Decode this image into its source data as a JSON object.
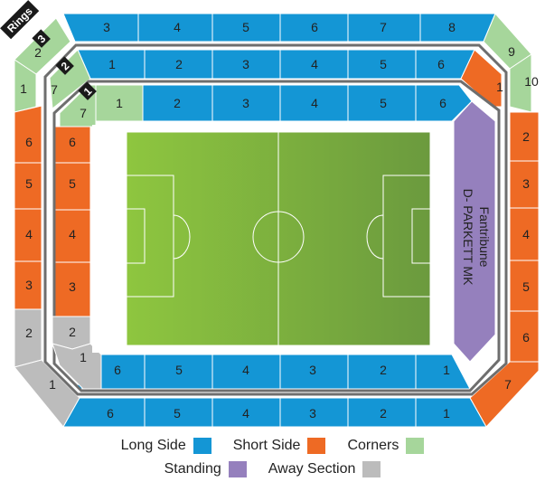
{
  "colors": {
    "long_side": "#1496d5",
    "short_side": "#ee6a24",
    "corners": "#a6d69b",
    "standing": "#9580bd",
    "away": "#bcbcbc",
    "outline": "#6e6e6e",
    "pitch_left": "#8ec63f",
    "pitch_right": "#6b9a3e"
  },
  "rings": {
    "tag": "Rings",
    "outer": "3",
    "middle": "2",
    "inner": "1"
  },
  "standing_label_line1": "Fantribune",
  "standing_label_line2": "D- PARKETT MK",
  "ring3": {
    "top": [
      "3",
      "4",
      "5",
      "6",
      "7",
      "8"
    ],
    "bottom": [
      "6",
      "5",
      "4",
      "3",
      "2",
      "1"
    ],
    "left": [
      "6",
      "5",
      "4",
      "3"
    ],
    "right": [
      "2",
      "3",
      "4",
      "5",
      "6"
    ],
    "corners": {
      "tl_a": "2",
      "tl_b": "1",
      "tr_a": "9",
      "tr_b": "10",
      "br": "7"
    },
    "away": {
      "bl_a": "2",
      "bl_b": "1"
    }
  },
  "ring2": {
    "top": [
      "1",
      "2",
      "3",
      "4",
      "5",
      "6"
    ],
    "bottom": [
      "6",
      "5",
      "4",
      "3",
      "2",
      "1"
    ],
    "left": [
      "6",
      "5",
      "4",
      "3"
    ],
    "corners": {
      "tl": "7",
      "tr": "1"
    }
  },
  "ring1": {
    "top": [
      "2",
      "3",
      "4",
      "5",
      "6"
    ],
    "corners": {
      "tl_a": "7",
      "tl_b": "1"
    },
    "away": {
      "bl_a": "2",
      "bl_b": "1"
    }
  },
  "legend": {
    "long_side": "Long Side",
    "short_side": "Short Side",
    "corners": "Corners",
    "standing": "Standing",
    "away": "Away Section"
  }
}
